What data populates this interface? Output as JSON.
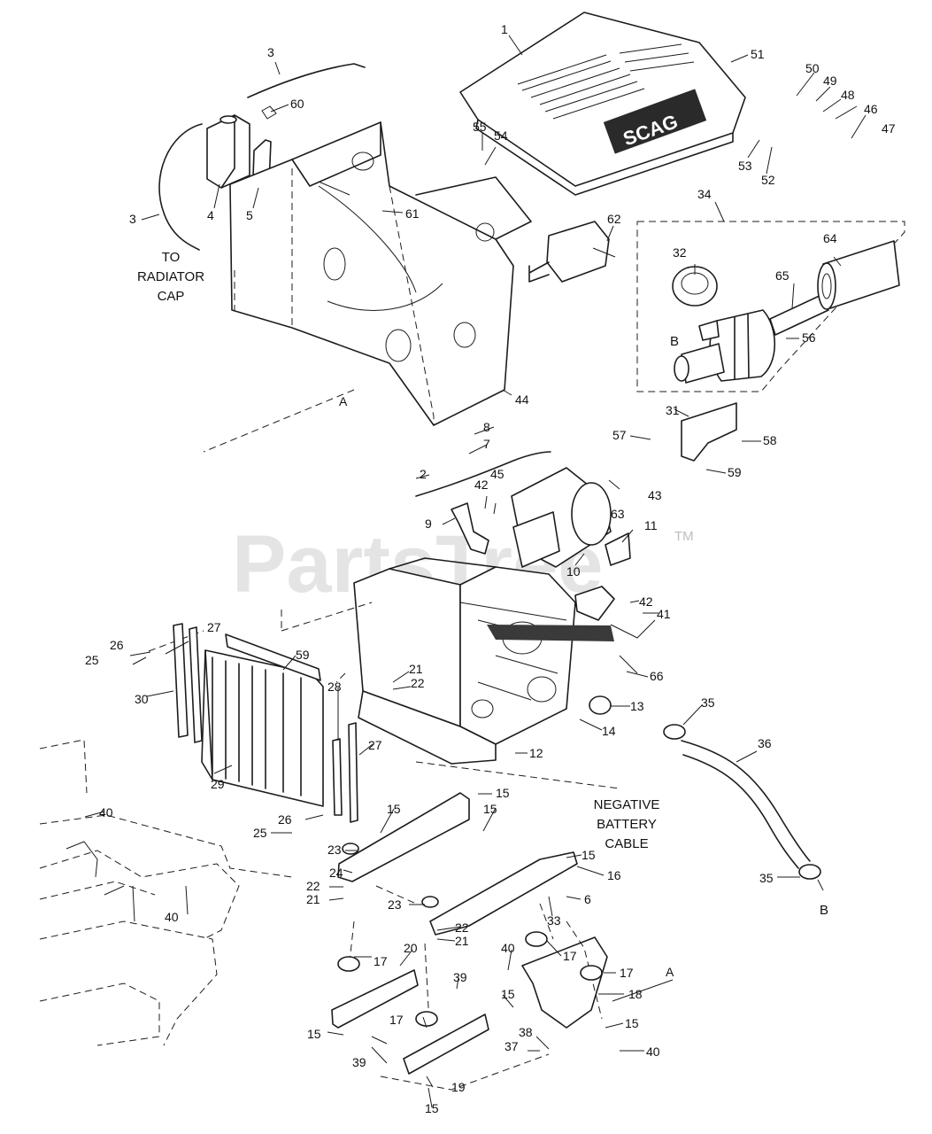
{
  "diagram": {
    "watermark": "PartsTree",
    "watermark_tm": "TM",
    "hood_logo": "SCAG",
    "notes": {
      "radiator_cap": [
        "TO",
        "RADIATOR",
        "CAP"
      ],
      "negative_battery_cable": [
        "NEGATIVE",
        "BATTERY",
        "CABLE"
      ]
    },
    "connector_labels": [
      {
        "id": "conn-a-left",
        "text": "A"
      },
      {
        "id": "conn-a-right",
        "text": "A"
      },
      {
        "id": "conn-b-filter",
        "text": "B"
      },
      {
        "id": "conn-b-hose",
        "text": "B"
      }
    ],
    "callouts": [
      {
        "id": "c1",
        "text": "1"
      },
      {
        "id": "c2",
        "text": "2"
      },
      {
        "id": "c3a",
        "text": "3"
      },
      {
        "id": "c3b",
        "text": "3"
      },
      {
        "id": "c4",
        "text": "4"
      },
      {
        "id": "c5",
        "text": "5"
      },
      {
        "id": "c6",
        "text": "6"
      },
      {
        "id": "c7",
        "text": "7"
      },
      {
        "id": "c8",
        "text": "8"
      },
      {
        "id": "c9",
        "text": "9"
      },
      {
        "id": "c10",
        "text": "10"
      },
      {
        "id": "c11",
        "text": "11"
      },
      {
        "id": "c12",
        "text": "12"
      },
      {
        "id": "c13",
        "text": "13"
      },
      {
        "id": "c14",
        "text": "14"
      },
      {
        "id": "c15a",
        "text": "15"
      },
      {
        "id": "c15b",
        "text": "15"
      },
      {
        "id": "c15c",
        "text": "15"
      },
      {
        "id": "c15d",
        "text": "15"
      },
      {
        "id": "c15e",
        "text": "15"
      },
      {
        "id": "c15f",
        "text": "15"
      },
      {
        "id": "c15g",
        "text": "15"
      },
      {
        "id": "c15h",
        "text": "15"
      },
      {
        "id": "c16",
        "text": "16"
      },
      {
        "id": "c17a",
        "text": "17"
      },
      {
        "id": "c17b",
        "text": "17"
      },
      {
        "id": "c17c",
        "text": "17"
      },
      {
        "id": "c17d",
        "text": "17"
      },
      {
        "id": "c18",
        "text": "18"
      },
      {
        "id": "c19",
        "text": "19"
      },
      {
        "id": "c20",
        "text": "20"
      },
      {
        "id": "c21a",
        "text": "21"
      },
      {
        "id": "c21b",
        "text": "21"
      },
      {
        "id": "c21c",
        "text": "21"
      },
      {
        "id": "c22a",
        "text": "22"
      },
      {
        "id": "c22b",
        "text": "22"
      },
      {
        "id": "c22c",
        "text": "22"
      },
      {
        "id": "c23a",
        "text": "23"
      },
      {
        "id": "c23b",
        "text": "23"
      },
      {
        "id": "c24",
        "text": "24"
      },
      {
        "id": "c25a",
        "text": "25"
      },
      {
        "id": "c25b",
        "text": "25"
      },
      {
        "id": "c26a",
        "text": "26"
      },
      {
        "id": "c26b",
        "text": "26"
      },
      {
        "id": "c27a",
        "text": "27"
      },
      {
        "id": "c27b",
        "text": "27"
      },
      {
        "id": "c28",
        "text": "28"
      },
      {
        "id": "c29",
        "text": "29"
      },
      {
        "id": "c30",
        "text": "30"
      },
      {
        "id": "c31",
        "text": "31"
      },
      {
        "id": "c32",
        "text": "32"
      },
      {
        "id": "c33",
        "text": "33"
      },
      {
        "id": "c34",
        "text": "34"
      },
      {
        "id": "c35a",
        "text": "35"
      },
      {
        "id": "c35b",
        "text": "35"
      },
      {
        "id": "c36",
        "text": "36"
      },
      {
        "id": "c37",
        "text": "37"
      },
      {
        "id": "c38",
        "text": "38"
      },
      {
        "id": "c39a",
        "text": "39"
      },
      {
        "id": "c39b",
        "text": "39"
      },
      {
        "id": "c40a",
        "text": "40"
      },
      {
        "id": "c40b",
        "text": "40"
      },
      {
        "id": "c40c",
        "text": "40"
      },
      {
        "id": "c40d",
        "text": "40"
      },
      {
        "id": "c41",
        "text": "41"
      },
      {
        "id": "c42a",
        "text": "42"
      },
      {
        "id": "c42b",
        "text": "42"
      },
      {
        "id": "c43",
        "text": "43"
      },
      {
        "id": "c44",
        "text": "44"
      },
      {
        "id": "c45",
        "text": "45"
      },
      {
        "id": "c46",
        "text": "46"
      },
      {
        "id": "c47",
        "text": "47"
      },
      {
        "id": "c48",
        "text": "48"
      },
      {
        "id": "c49",
        "text": "49"
      },
      {
        "id": "c50",
        "text": "50"
      },
      {
        "id": "c51",
        "text": "51"
      },
      {
        "id": "c52",
        "text": "52"
      },
      {
        "id": "c53",
        "text": "53"
      },
      {
        "id": "c54",
        "text": "54"
      },
      {
        "id": "c55",
        "text": "55"
      },
      {
        "id": "c56",
        "text": "56"
      },
      {
        "id": "c57",
        "text": "57"
      },
      {
        "id": "c58",
        "text": "58"
      },
      {
        "id": "c59a",
        "text": "59"
      },
      {
        "id": "c59b",
        "text": "59"
      },
      {
        "id": "c60",
        "text": "60"
      },
      {
        "id": "c61",
        "text": "61"
      },
      {
        "id": "c62",
        "text": "62"
      },
      {
        "id": "c63",
        "text": "63"
      },
      {
        "id": "c64",
        "text": "64"
      },
      {
        "id": "c65",
        "text": "65"
      },
      {
        "id": "c66",
        "text": "66"
      }
    ]
  }
}
